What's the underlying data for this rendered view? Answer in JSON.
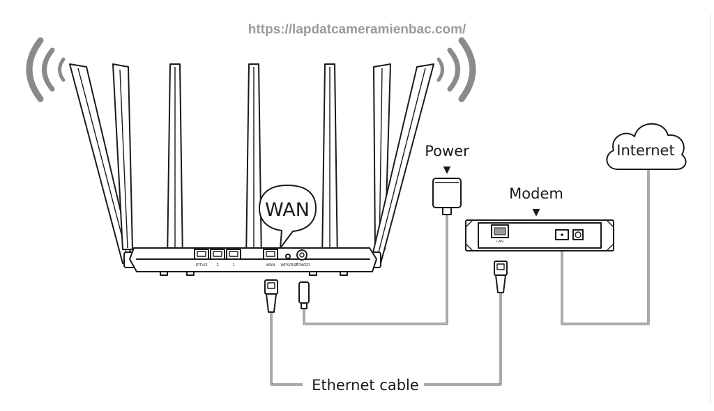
{
  "watermark": "https://lapdatcameramienbac.com/",
  "labels": {
    "power": "Power",
    "modem": "Modem",
    "internet": "Internet",
    "wan_callout": "WAN",
    "ethernet_cable": "Ethernet cable"
  },
  "router_ports": {
    "iptv": "IPTV/3",
    "lan2": "2",
    "lan1": "1",
    "wan": "WAN",
    "wps": "WPS/RST",
    "power": "POWER"
  },
  "modem_ports": {
    "lan": "LAN"
  },
  "arrows": {
    "power": "▼",
    "modem": "▼"
  },
  "icons": [
    "wifi-signal-icon",
    "cloud-icon",
    "power-adapter-icon",
    "ethernet-plug-icon"
  ]
}
